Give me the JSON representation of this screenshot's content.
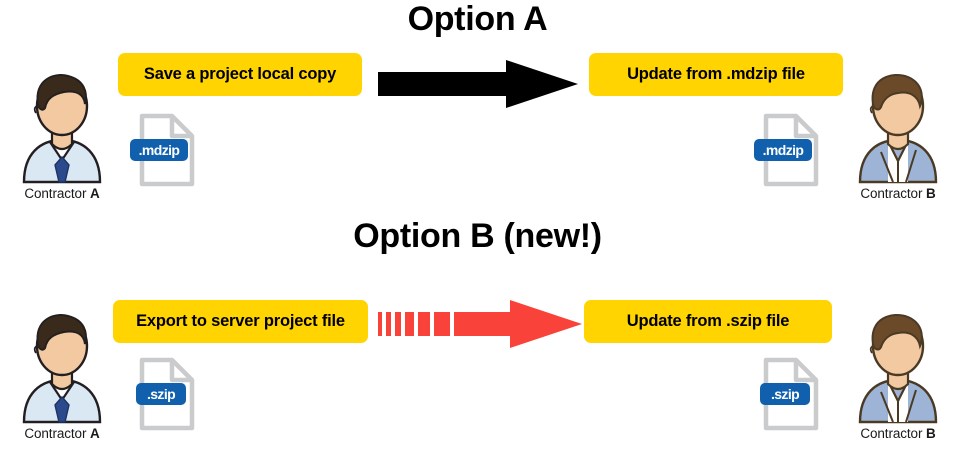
{
  "meta": {
    "background_color": "#ffffff",
    "accent_yellow": "#ffd400",
    "accent_blue": "#1060ad",
    "accent_red": "#f9423a",
    "accent_black": "#000000",
    "file_outline_gray": "#c9cbcd"
  },
  "options": [
    {
      "id": "option-a",
      "title": "Option A",
      "left_person": {
        "name_prefix": "Contractor ",
        "name_suffix": "A",
        "hair_color": "#3a2a1c",
        "shirt_color": "#d9e8f2",
        "tie_color": "#2b4a8b",
        "skin_color": "#f2c9a0"
      },
      "right_person": {
        "name_prefix": "Contractor ",
        "name_suffix": "B",
        "hair_color": "#6b4a2a",
        "shirt_color": "#9db4d6",
        "tie_color": "",
        "skin_color": "#f2c9a0"
      },
      "left_action": "Save a project local copy",
      "right_action": "Update from .mdzip file",
      "left_file_label": ".mdzip",
      "right_file_label": ".mdzip",
      "arrow": {
        "style": "solid",
        "color": "#000000",
        "icon": "right-arrow-icon"
      }
    },
    {
      "id": "option-b",
      "title": "Option B (new!)",
      "left_person": {
        "name_prefix": "Contractor ",
        "name_suffix": "A",
        "hair_color": "#3a2a1c",
        "shirt_color": "#d9e8f2",
        "tie_color": "#2b4a8b",
        "skin_color": "#f2c9a0"
      },
      "right_person": {
        "name_prefix": "Contractor ",
        "name_suffix": "B",
        "hair_color": "#6b4a2a",
        "shirt_color": "#9db4d6",
        "tie_color": "",
        "skin_color": "#f2c9a0"
      },
      "left_action": "Export to server project file",
      "right_action": "Update from .szip file",
      "left_file_label": ".szip",
      "right_file_label": ".szip",
      "arrow": {
        "style": "dashed",
        "color": "#f9423a",
        "icon": "right-arrow-dashed-icon",
        "dash_segments": [
          4,
          5,
          6,
          9,
          12,
          16
        ]
      }
    }
  ]
}
